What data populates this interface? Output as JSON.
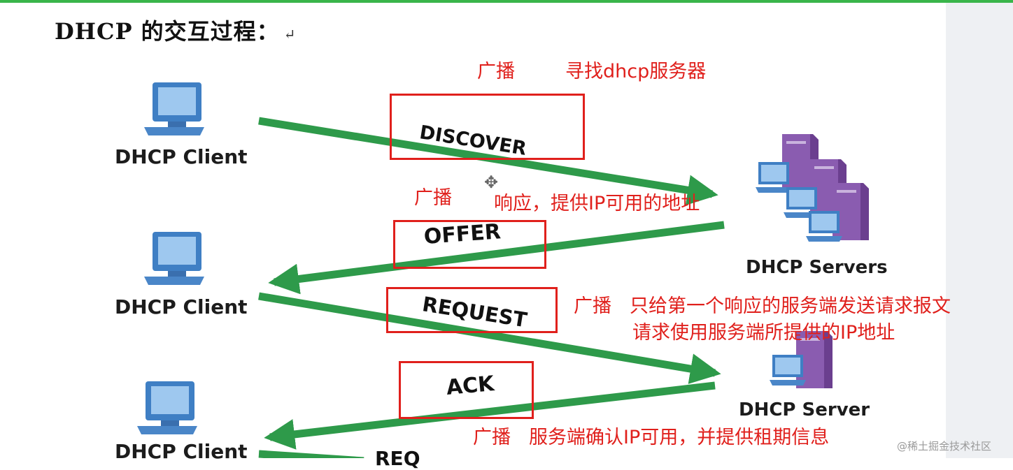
{
  "heading": "DHCP 的交互过程：",
  "heading_mark": "↵",
  "client_label": "DHCP Client",
  "servers_label": "DHCP Servers",
  "server_label": "DHCP Server",
  "messages": {
    "discover": "DISCOVER",
    "offer": "OFFER",
    "request": "REQUEST",
    "ack": "ACK",
    "cut_off": "REQ"
  },
  "notes": {
    "discover_broadcast": "广播",
    "discover_desc": "寻找dhcp服务器",
    "offer_broadcast": "广播",
    "offer_desc": "响应，提供IP可用的地址",
    "request_broadcast": "广播",
    "request_desc_1": "只给第一个响应的服务端发送请求报文",
    "request_desc_2": "请求使用服务端所提供的IP地址",
    "ack_broadcast": "广播",
    "ack_desc": "服务端确认IP可用，并提供租期信息"
  },
  "watermark": "@稀土掘金技术社区",
  "colors": {
    "arrow": "#2e9a4a",
    "annotation_red": "#e0201c",
    "computer_blue": "#3f7fc4",
    "server_purple": "#6b3f8f"
  },
  "icons": [
    "computer-icon",
    "server-icon"
  ]
}
